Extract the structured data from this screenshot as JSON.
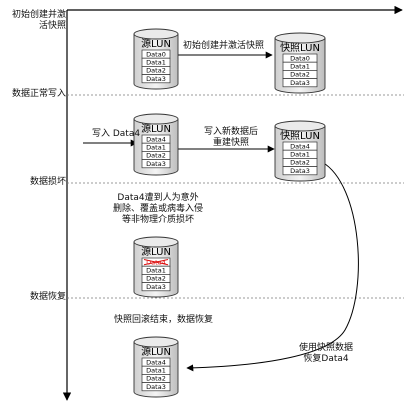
{
  "phases": [
    "初始创建并激\n活快照",
    "数据正常写入",
    "数据损坏",
    "数据恢复"
  ],
  "steps": [
    "初始创建并激活快照",
    "写入 Data4",
    "写入新数据后\n重建快照",
    "Data4遭到人为意外\n删除、覆盖或病毒入侵\n等非物理介质损坏",
    "快照回滚结束，数据恢复",
    "使用快照数据\n恢复Data4"
  ],
  "volumes": {
    "source": "源LUN",
    "snapshot": "快照LUN"
  },
  "stacks": {
    "src1": [
      "Data0",
      "Data1",
      "Data2",
      "Data3"
    ],
    "snap1": [
      "Data0",
      "Data1",
      "Data2",
      "Data3"
    ],
    "src2": [
      "Data4",
      "Data1",
      "Data2",
      "Data3"
    ],
    "snap2": [
      "Data4",
      "Data1",
      "Data2",
      "Data3"
    ],
    "src3": [
      "Data4",
      "Data1",
      "Data2",
      "Data3"
    ],
    "src4": [
      "Data4",
      "Data1",
      "Data2",
      "Data3"
    ]
  },
  "colors": {
    "damaged": "#d11"
  }
}
